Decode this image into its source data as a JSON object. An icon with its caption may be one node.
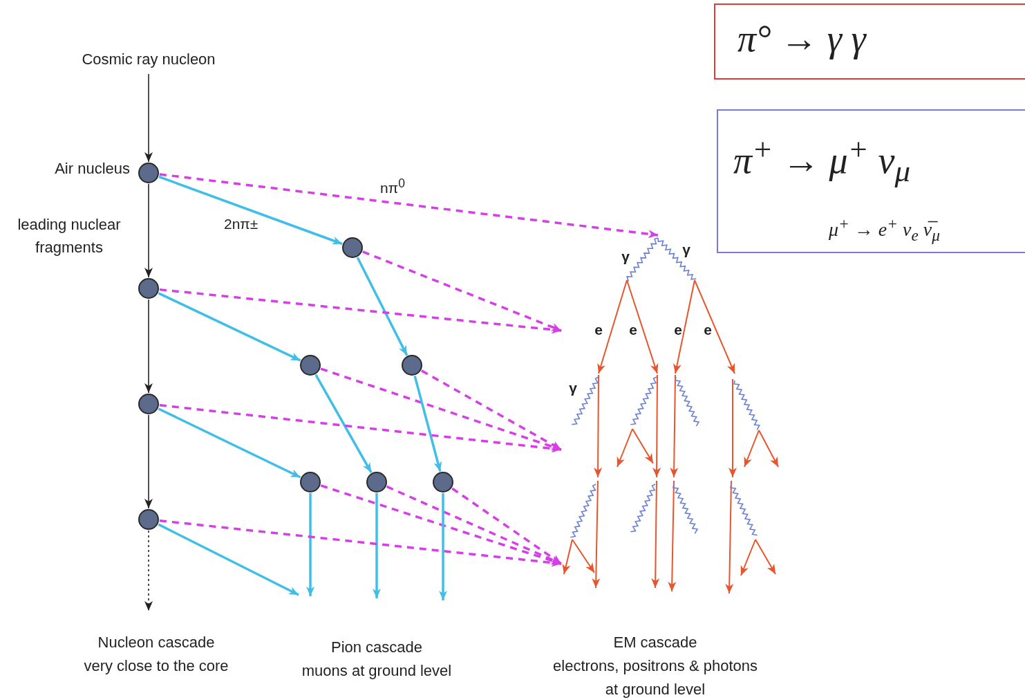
{
  "diagram": {
    "nodes": [
      {
        "text": [
          "Cosmic ray nucleon"
        ]
      },
      {
        "text": [],
        "shape": "circle",
        "beside": [
          "Air nucleus"
        ]
      },
      {
        "text": [],
        "shape": "circle"
      },
      {
        "text": [],
        "shape": "circle"
      },
      {
        "text": [],
        "shape": "circle"
      },
      {
        "text": [],
        "shape": "circle"
      },
      {
        "text": [],
        "shape": "circle"
      },
      {
        "text": [],
        "shape": "circle"
      },
      {
        "text": [],
        "shape": "circle"
      },
      {
        "text": [],
        "shape": "circle"
      },
      {
        "text": [],
        "shape": "circle"
      },
      {
        "text": [],
        "shape": "picture"
      },
      {
        "text": [
          "π° → γ γ"
        ]
      },
      {
        "text": [
          "π$^{+}$ → μ$^{+}$ ν$_{μ}$",
          "μ$^{+}$ → e$^{+}$ ν$_{e}$ ν̅$_{μ}$"
        ]
      }
    ],
    "edges": [
      {
        "from": 0,
        "to": 1,
        "arrow": "to",
        "color": "#222222"
      },
      {
        "from": 1,
        "to": 3,
        "arrow": "to",
        "color": "#222222"
      },
      {
        "from": 3,
        "to": 6,
        "arrow": "to",
        "color": "#222222"
      },
      {
        "from": 6,
        "to": 10,
        "arrow": "to",
        "color": "#222222"
      },
      {
        "from": 10,
        "to": null,
        "arrow": "to",
        "style": "dashed",
        "color": "#222222"
      },
      {
        "from": 1,
        "to": 2,
        "arrow": "to",
        "label": "2nπ±",
        "color": "#3fbfe8"
      },
      {
        "from": 1,
        "to": 11,
        "arrow": "to",
        "label": "nπ$^{0}$",
        "style": "dashed",
        "color": "#d63ee6"
      },
      {
        "from": 2,
        "to": 11,
        "arrow": "to",
        "style": "dashed",
        "color": "#d63ee6"
      },
      {
        "from": 2,
        "to": 5,
        "arrow": "to",
        "color": "#3fbfe8"
      },
      {
        "from": 3,
        "to": 11,
        "arrow": "to",
        "style": "dashed",
        "color": "#d63ee6"
      },
      {
        "from": 3,
        "to": 4,
        "arrow": "to",
        "color": "#3fbfe8"
      },
      {
        "from": 4,
        "to": 11,
        "arrow": "to",
        "style": "dashed",
        "color": "#d63ee6"
      },
      {
        "from": 4,
        "to": 8,
        "arrow": "to",
        "color": "#3fbfe8"
      },
      {
        "from": 5,
        "to": 11,
        "arrow": "to",
        "style": "dashed",
        "color": "#d63ee6"
      },
      {
        "from": 5,
        "to": 9,
        "arrow": "to",
        "color": "#3fbfe8"
      },
      {
        "from": 6,
        "to": 11,
        "arrow": "to",
        "style": "dashed",
        "color": "#d63ee6"
      },
      {
        "from": 6,
        "to": 7,
        "arrow": "to",
        "color": "#3fbfe8"
      },
      {
        "from": 7,
        "to": 11,
        "arrow": "to",
        "style": "dashed",
        "color": "#d63ee6"
      },
      {
        "from": 7,
        "to": null,
        "arrow": "to",
        "color": "#3fbfe8"
      },
      {
        "from": 8,
        "to": 11,
        "arrow": "to",
        "style": "dashed",
        "color": "#d63ee6"
      },
      {
        "from": 8,
        "to": null,
        "arrow": "to",
        "color": "#3fbfe8"
      },
      {
        "from": 9,
        "to": 11,
        "arrow": "to",
        "style": "dashed",
        "color": "#d63ee6"
      },
      {
        "from": 9,
        "to": null,
        "arrow": "to",
        "color": "#3fbfe8"
      },
      {
        "from": 10,
        "to": 11,
        "arrow": "to",
        "style": "dashed",
        "color": "#d63ee6"
      },
      {
        "from": 10,
        "to": null,
        "arrow": "to",
        "color": "#3fbfe8"
      }
    ],
    "labels": [
      "leading nuclear fragments",
      "γ",
      "γ",
      "e",
      "e",
      "e",
      "e",
      "γ",
      "Nucleon cascade",
      "very close to the core",
      "Pion cascade",
      "muons at ground level",
      "EM cascade",
      "electrons, positrons & photons",
      "at ground level"
    ]
  }
}
